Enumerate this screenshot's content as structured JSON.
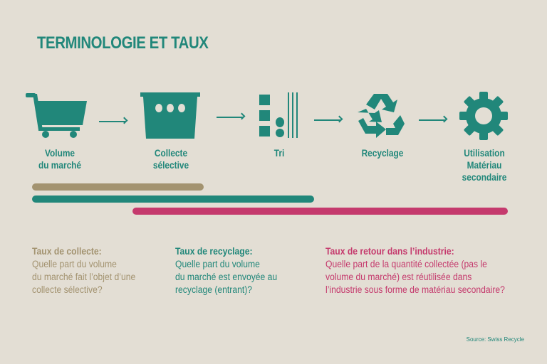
{
  "title": "TERMINOLOGIE ET TAUX",
  "colors": {
    "background": "#e3ded4",
    "teal": "#21877a",
    "tan": "#a39370",
    "pink": "#c53a6d"
  },
  "steps": [
    {
      "label_lines": [
        "Volume",
        "du marché"
      ],
      "icon": "shopping-cart-icon"
    },
    {
      "label_lines": [
        "Collecte",
        "sélective"
      ],
      "icon": "collection-bin-icon"
    },
    {
      "label_lines": [
        "Tri"
      ],
      "icon": "sorting-icon"
    },
    {
      "label_lines": [
        "Recyclage"
      ],
      "icon": "recycle-icon"
    },
    {
      "label_lines": [
        "Utilisation",
        "Matériau",
        "secondaire"
      ],
      "icon": "gear-icon"
    }
  ],
  "rates": [
    {
      "heading": "Taux de collecte:",
      "lines": [
        "Quelle part du volume",
        "du marché fait l’objet d’une",
        "collecte sélective?"
      ],
      "color": "#a39370"
    },
    {
      "heading": "Taux de recyclage:",
      "lines": [
        "Quelle part du volume",
        "du marché est envoyée au",
        "recyclage (entrant)?"
      ],
      "color": "#21877a"
    },
    {
      "heading": "Taux de retour dans l’industrie:",
      "lines": [
        "Quelle part de la quantité collectée (pas le",
        "volume du marché) est réutilisée dans",
        "l’industrie sous forme de matériau secondaire?"
      ],
      "color": "#c53a6d"
    }
  ],
  "source": "Source: Swiss Recycle"
}
